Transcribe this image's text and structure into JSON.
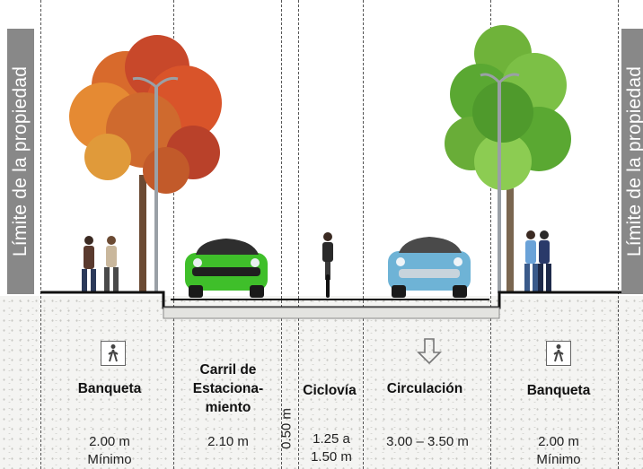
{
  "property_label_left": "Límite de la propiedad",
  "property_label_right": "Límite de la propiedad",
  "sections": [
    {
      "name": "Banqueta",
      "width": "2.00 m",
      "note": "Mínimo"
    },
    {
      "name_line1": "Carril de",
      "name_line2": "Estaciona-",
      "name_line3": "miento",
      "width": "2.10 m"
    },
    {
      "name": "Ciclovía",
      "width_line1": "1.25 a",
      "width_line2": "1.50 m"
    },
    {
      "name": "Circulación",
      "width": "3.00 – 3.50 m"
    },
    {
      "name": "Banqueta",
      "width": "2.00 m",
      "note": "Mínimo"
    }
  ],
  "buffer_width": "0.50 m",
  "colors": {
    "property_band": "#888888",
    "car_green": "#3fbf2a",
    "car_blue": "#4a9fc8",
    "tree_autumn": "#d9542a",
    "tree_green": "#5aa832"
  },
  "icons": [
    "pedestrian-sign-icon",
    "direction-arrow-icon",
    "pedestrian-sign-icon"
  ]
}
